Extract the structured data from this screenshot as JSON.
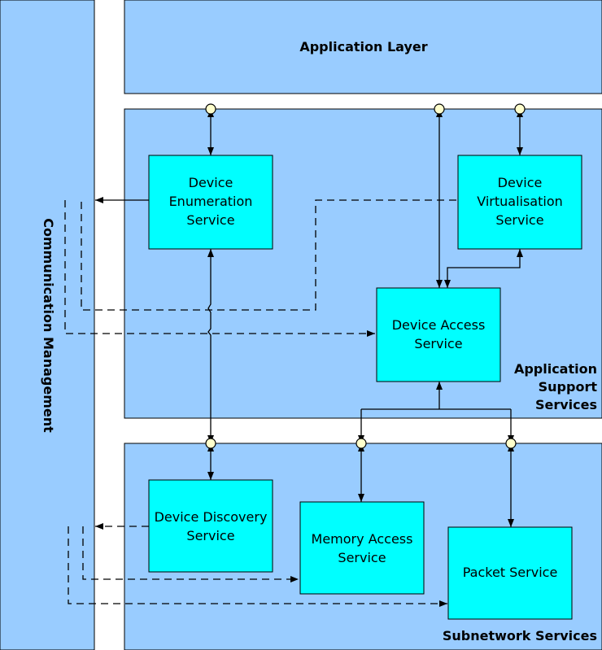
{
  "colors": {
    "band_fill": "#99ccff",
    "box_fill": "#00ffff",
    "stroke": "#000000",
    "port_fill": "#ffffcc"
  },
  "labels": {
    "comm_mgmt": "Communication Management",
    "app_layer": "Application Layer",
    "app_support": [
      "Application",
      "Support",
      "Services"
    ],
    "subnetwork": "Subnetwork Services"
  },
  "boxes": {
    "enumeration": [
      "Device",
      "Enumeration",
      "Service"
    ],
    "virtualisation": [
      "Device",
      "Virtualisation",
      "Service"
    ],
    "access": [
      "Device Access",
      "Service"
    ],
    "discovery": [
      "Device Discovery",
      "Service"
    ],
    "memory": [
      "Memory Access",
      "Service"
    ],
    "packet": [
      "Packet Service"
    ]
  }
}
